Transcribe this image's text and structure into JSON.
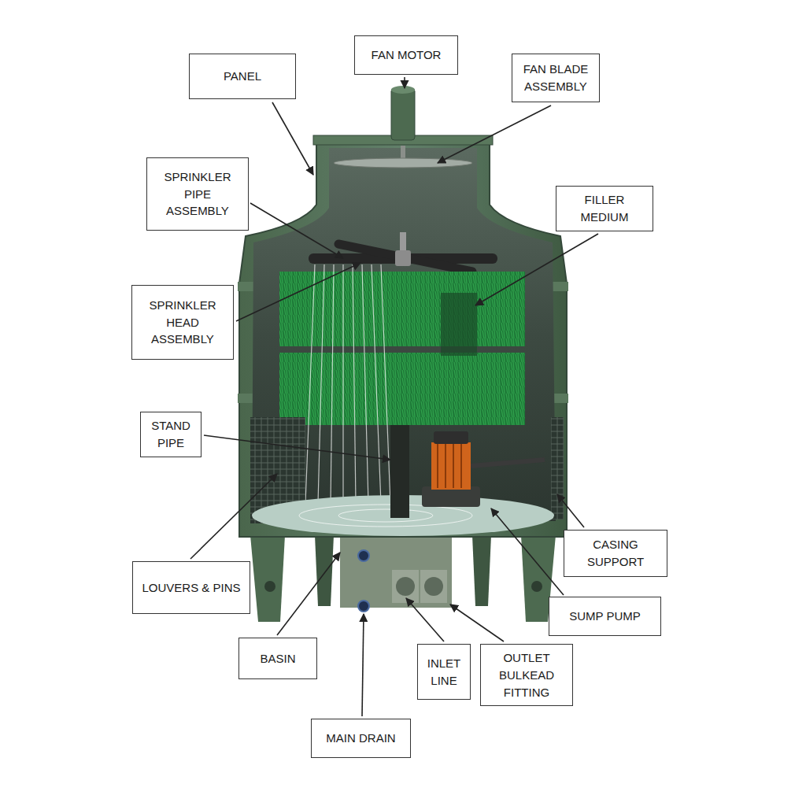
{
  "diagram": {
    "nodes": [
      {
        "text": [
          "FAN MOTOR"
        ]
      },
      {
        "text": [
          "PANEL"
        ]
      },
      {
        "text": [
          "FAN BLADE ASSEMBLY"
        ]
      },
      {
        "text": [
          "SPRINKLER PIPE ASSEMBLY"
        ]
      },
      {
        "text": [
          "FILLER MEDIUM"
        ]
      },
      {
        "text": [
          "SPRINKLER HEAD ASSEMBLY"
        ]
      },
      {
        "text": [
          "STAND PIPE"
        ]
      },
      {
        "text": [
          "CASING SUPPORT"
        ]
      },
      {
        "text": [
          "LOUVERS & PINS"
        ]
      },
      {
        "text": [
          "SUMP PUMP"
        ]
      },
      {
        "text": [
          "BASIN"
        ]
      },
      {
        "text": [
          "INLET LINE"
        ]
      },
      {
        "text": [
          "OUTLET BULKEAD FITTING"
        ]
      },
      {
        "text": [
          "MAIN DRAIN"
        ]
      }
    ]
  }
}
